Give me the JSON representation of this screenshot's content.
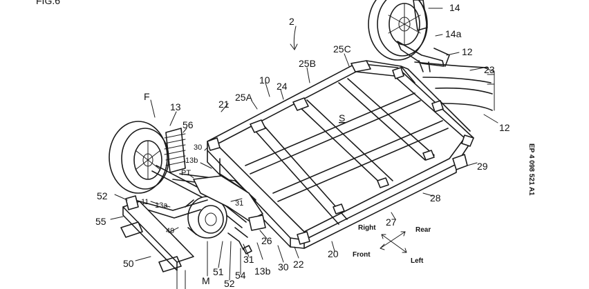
{
  "figure": {
    "label": "FIG.6"
  },
  "doc": {
    "ref": "EP 4 098 521 A1"
  },
  "labels": {
    "n2": "2",
    "n14": "14",
    "n14a": "14a",
    "n12top": "12",
    "n23": "23",
    "n12right": "12",
    "n25C": "25C",
    "n25B": "25B",
    "n10": "10",
    "n25A": "25A",
    "n24": "24",
    "n21": "21",
    "nS": "S",
    "nF": "F",
    "n13": "13",
    "n56": "56",
    "n30top": "30",
    "n13bTop": "13b",
    "nPT": "PT",
    "n29": "29",
    "n28": "28",
    "n52left": "52",
    "n11": "11",
    "n13a": "13a",
    "n31right": "31",
    "n55": "55",
    "n49": "49",
    "n27": "27",
    "n26": "26",
    "n50": "50",
    "nM": "M",
    "n51": "51",
    "n31bottom": "31",
    "n13bBottom": "13b",
    "n30bottom": "30",
    "n22": "22",
    "n20": "20",
    "n52bottom": "52",
    "n54": "54"
  },
  "directions": {
    "right": "Right",
    "rear": "Rear",
    "front": "Front",
    "left": "Left"
  }
}
